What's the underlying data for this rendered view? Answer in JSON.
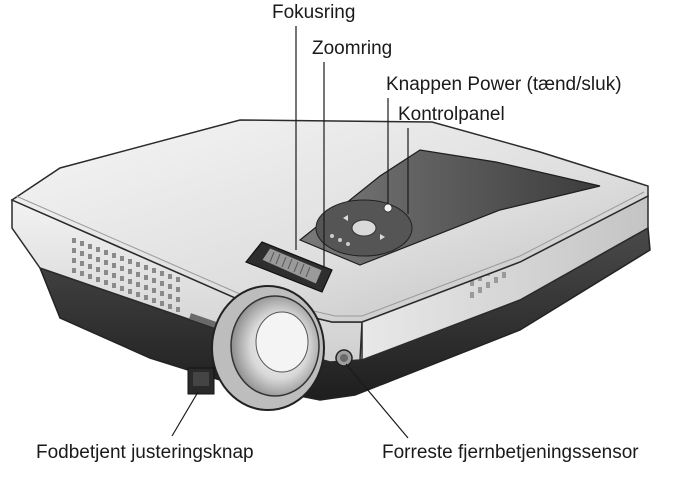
{
  "labels": {
    "focus_ring": "Fokusring",
    "zoom_ring": "Zoomring",
    "power_button": "Knappen Power (tænd/sluk)",
    "control_panel": "Kontrolpanel",
    "foot_adjuster": "Fodbetjent justeringsknap",
    "front_remote_sensor": "Forreste fjernbetjeningssensor"
  },
  "colors": {
    "outline": "#2b2b2b",
    "body_light": "#ebebeb",
    "body_dark": "#3a3a3a",
    "panel_dark": "#555555"
  }
}
